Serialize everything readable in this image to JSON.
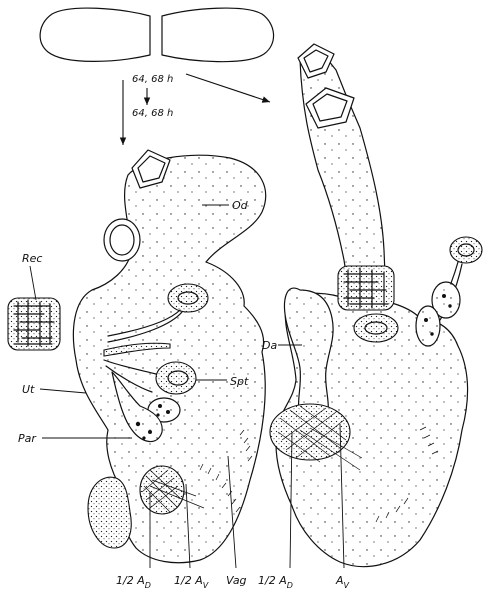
{
  "labels": {
    "time_upper": "64, 68 h",
    "time_lower": "64, 68 h",
    "od": "Od",
    "rec": "Rec",
    "spt": "Spt",
    "ut": "Ut",
    "par": "Par",
    "da": "Da",
    "half_a_d_left_main": "1/2 A",
    "half_a_d_left_sub": "D",
    "half_a_v_left_main": "1/2 A",
    "half_a_v_left_sub": "V",
    "vag": "Vag",
    "half_a_d_right_main": "1/2 A",
    "half_a_d_right_sub": "D",
    "a_v_right_main": "A",
    "a_v_right_sub": "V"
  }
}
